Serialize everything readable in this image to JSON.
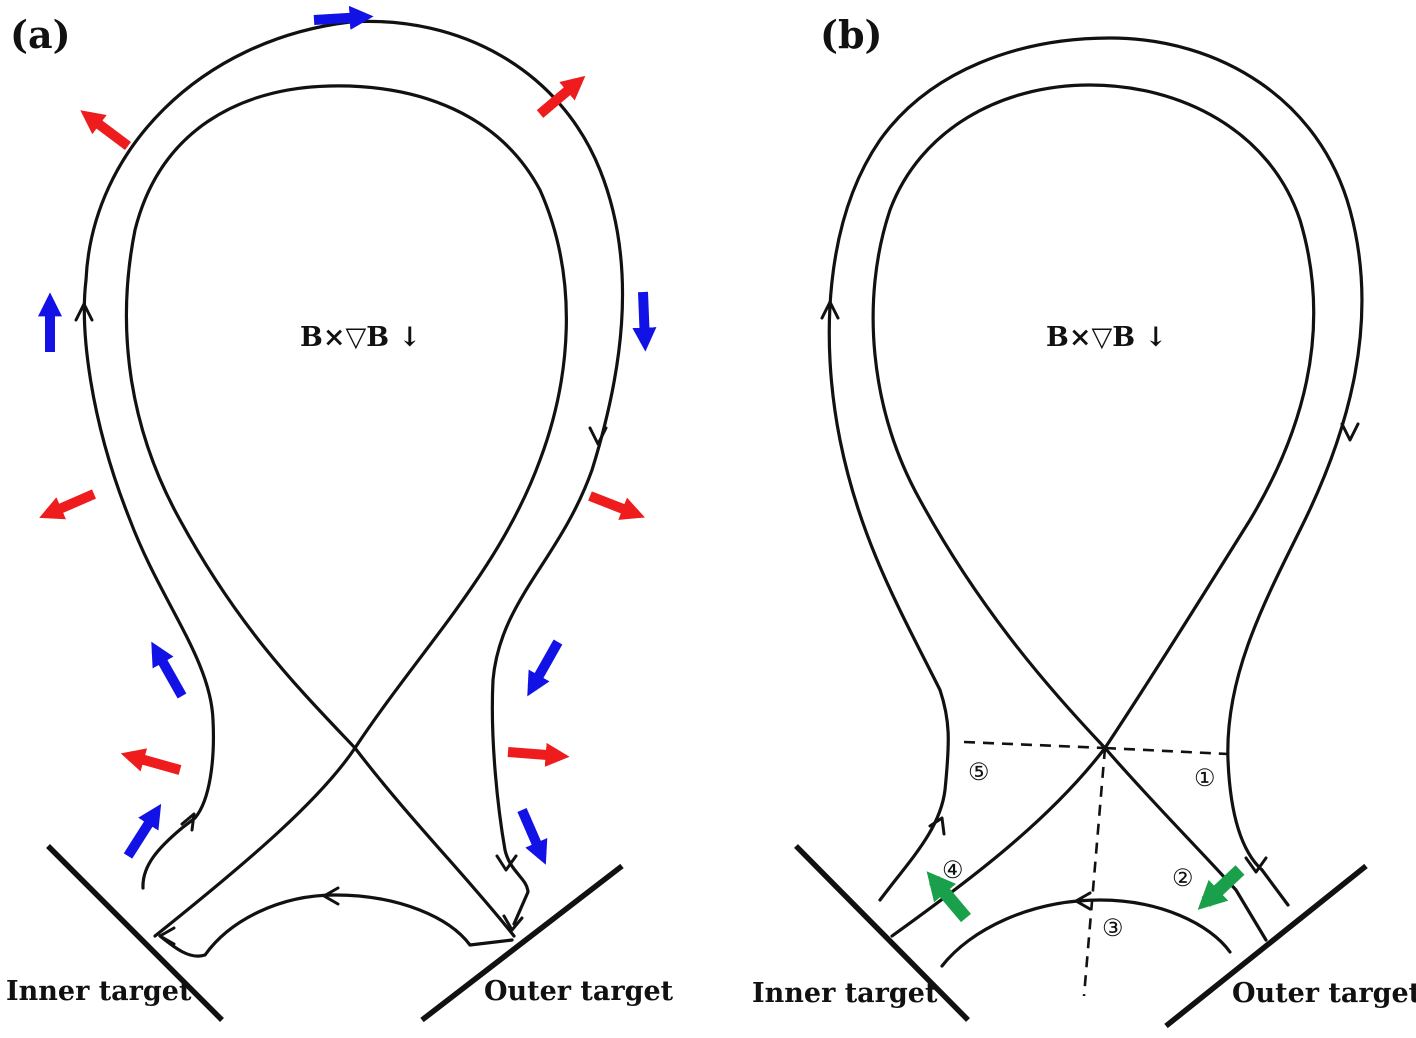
{
  "panels": [
    {
      "id": "a",
      "label": "(a)",
      "center_text": "B×▽B ↓",
      "inner_target_label": "Inner target",
      "outer_target_label": "Outer target"
    },
    {
      "id": "b",
      "label": "(b)",
      "center_text": "B×▽B ↓",
      "inner_target_label": "Inner target",
      "outer_target_label": "Outer target",
      "regions": [
        "①",
        "②",
        "③",
        "④",
        "⑤"
      ]
    }
  ],
  "colors": {
    "line": "#111111",
    "red_arrow": "#ee1c1c",
    "blue_arrow": "#1212e6",
    "green_arrow": "#1aa04a"
  }
}
